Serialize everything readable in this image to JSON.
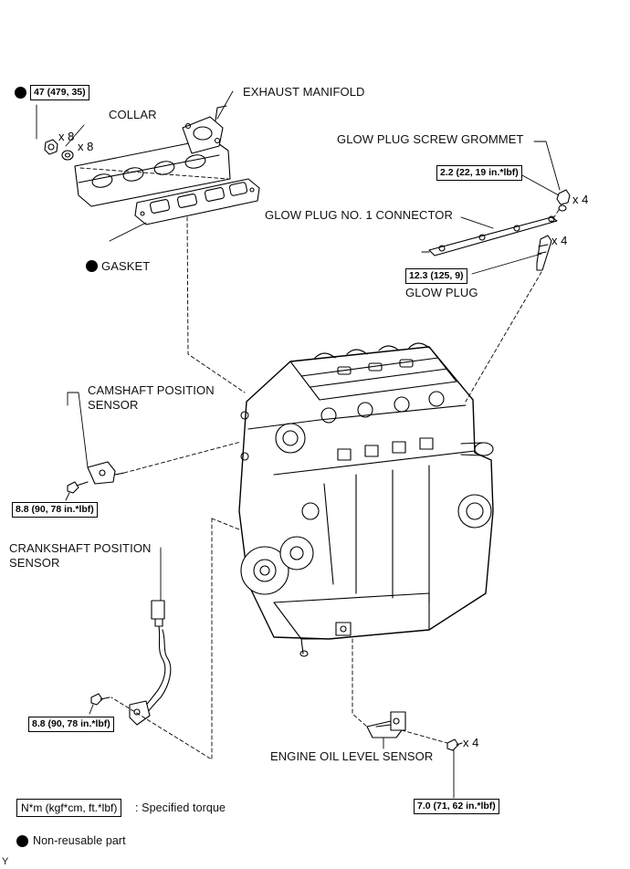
{
  "labels": {
    "exhaust_manifold": "EXHAUST MANIFOLD",
    "collar": "COLLAR",
    "gasket": "GASKET",
    "glow_plug_screw_grommet": "GLOW PLUG SCREW GROMMET",
    "glow_plug_connector": "GLOW PLUG NO. 1 CONNECTOR",
    "glow_plug": "GLOW PLUG",
    "camshaft_sensor_line1": "CAMSHAFT POSITION",
    "camshaft_sensor_line2": "SENSOR",
    "crankshaft_sensor_line1": "CRANKSHAFT POSITION",
    "crankshaft_sensor_line2": "SENSOR",
    "engine_oil_level_sensor": "ENGINE OIL LEVEL SENSOR"
  },
  "torques": {
    "manifold_nut": "47 (479, 35)",
    "grommet": "2.2 (22, 19 in.*lbf)",
    "glow_plug": "12.3 (125, 9)",
    "camshaft_bolt": "8.8 (90, 78 in.*lbf)",
    "crankshaft_bolt": "8.8 (90, 78 in.*lbf)",
    "oil_level_bolt": "7.0 (71, 62 in.*lbf)"
  },
  "quantities": {
    "manifold_nut": "x 8",
    "collar": "x 8",
    "grommet": "x 4",
    "glow_plug": "x 4",
    "oil_level_bolt": "x 4"
  },
  "legend": {
    "torque_box": "N*m (kgf*cm, ft.*lbf)",
    "torque_text": ": Specified torque",
    "nonreusable_text": "Non-reusable part"
  },
  "corner_mark": "Y"
}
